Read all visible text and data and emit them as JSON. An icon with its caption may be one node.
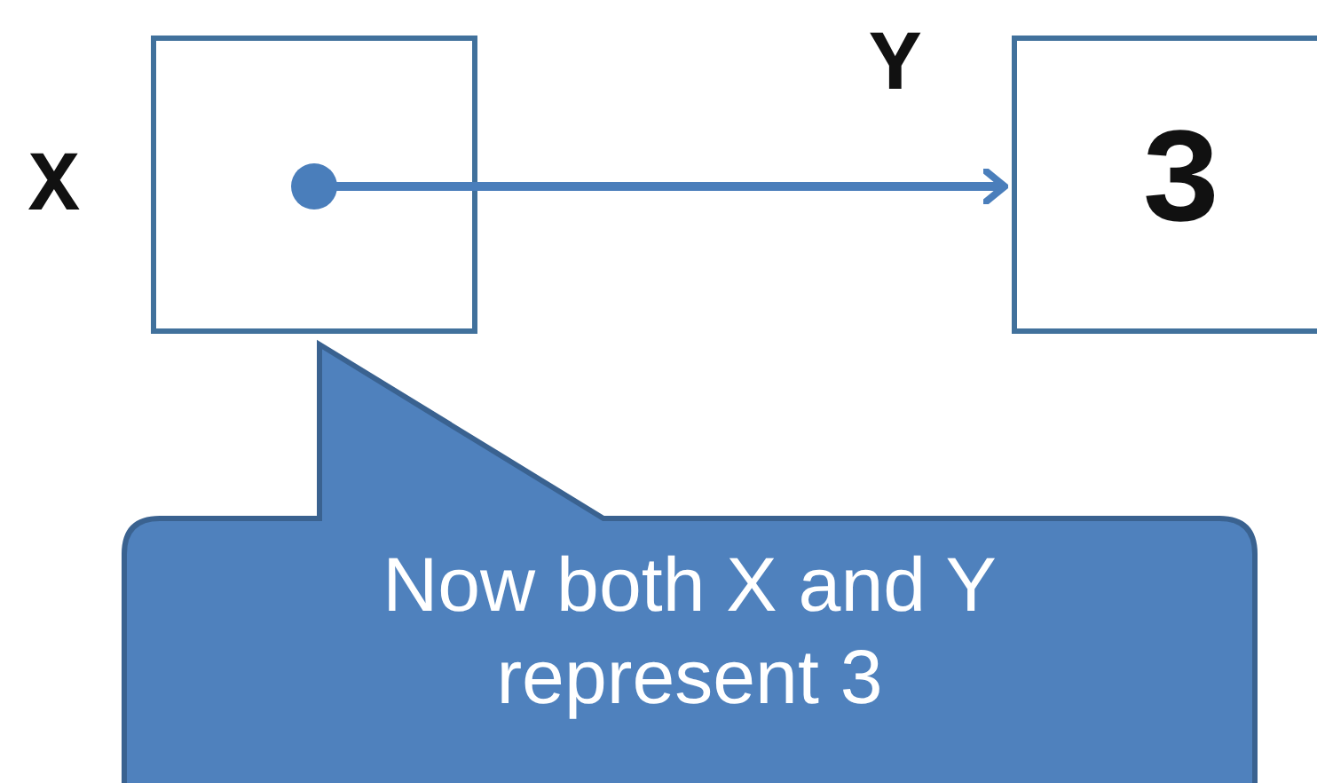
{
  "diagram": {
    "nodes": [
      {
        "text": [],
        "shape": "box",
        "beside": [
          "X"
        ]
      },
      {
        "text": [
          "3"
        ],
        "beside": [
          "Y"
        ]
      },
      {
        "text": [
          "Now both X and Y represent 3"
        ]
      }
    ],
    "edges": [
      {
        "from": 0,
        "to": 1,
        "arrow": "to"
      }
    ]
  }
}
